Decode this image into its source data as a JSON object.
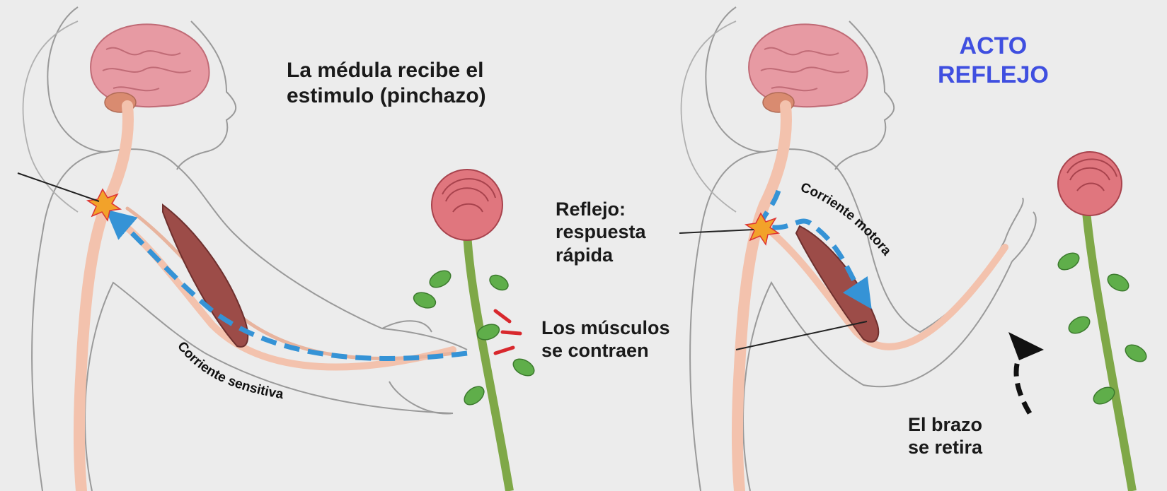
{
  "labels": {
    "medulla": [
      "La médula recibe el",
      "estimulo (pinchazo)"
    ],
    "title": [
      "ACTO",
      "REFLEJO"
    ],
    "reflex": [
      "Reflejo:",
      "respuesta",
      "rápida"
    ],
    "muscles": [
      "Los músculos",
      "se contraen"
    ],
    "arm": [
      "El brazo",
      "se retira"
    ],
    "sensory_current": "Corriente sensitiva",
    "motor_current": "Corriente motora"
  },
  "colors": {
    "background": "#ececec",
    "body_outline": "#9a9a9a",
    "nerve": "#f3c2ad",
    "brain": "#e79aa3",
    "muscle": "#9c4c48",
    "signal": "#3593d6",
    "stem": "#7fa848",
    "leaf": "#5fae4a",
    "rose": "#e0767e",
    "spark": "#f2a22a",
    "title": "#3f4fe0"
  }
}
